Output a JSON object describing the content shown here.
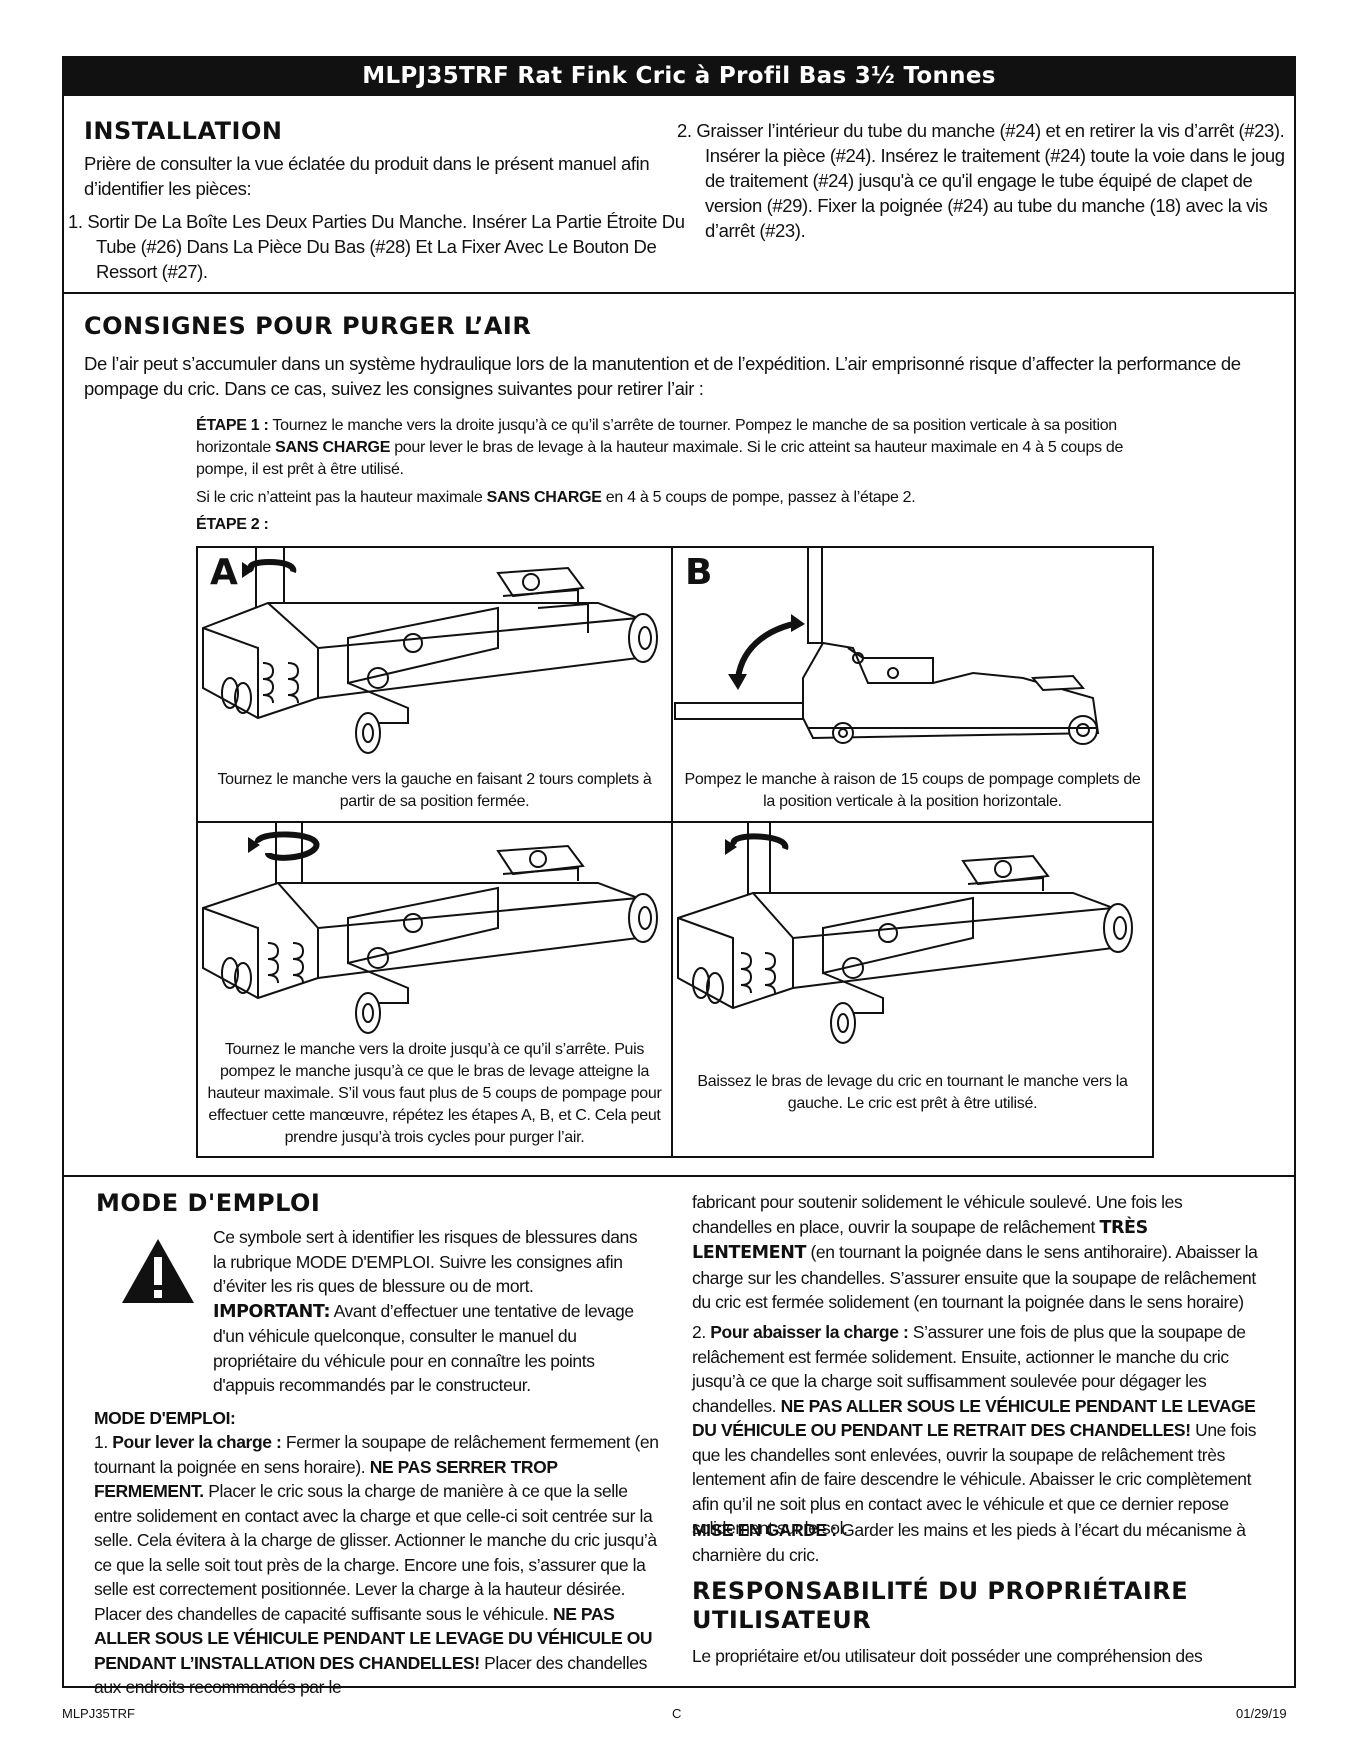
{
  "header": {
    "title": "MLPJ35TRF Rat Fink Cric à Profil Bas 3½ Tonnes"
  },
  "installation": {
    "heading": "INSTALLATION",
    "intro": "Prière de consulter la vue éclatée du produit dans le présent manuel afin d’identifier les pièces:",
    "step1": "1. Sortir De La Boîte Les Deux Parties Du Manche. Insérer La Partie Étroite Du Tube (#26) Dans La Pièce Du Bas (#28) Et La Fixer Avec Le Bouton De Ressort (#27).",
    "step2": "2. Graisser l’intérieur du tube du manche (#24) et en retirer la vis d’arrêt (#23). Insérer la pièce (#24). Insérez le traitement (#24) toute la voie dans le joug de traitement (#24) jusqu'à ce qu'il engage le tube équipé de clapet de version (#29). Fixer la poignée (#24) au tube du manche (18) avec la vis d’arrêt (#23)."
  },
  "purge": {
    "heading": "CONSIGNES POUR PURGER L’AIR",
    "intro": "De l’air peut s’accumuler dans un système hydraulique lors de la manutention et de l’expédition. L’air emprisonné risque d’affecter la performance de pompage du cric. Dans ce cas, suivez les consignes suivantes pour retirer l’air :",
    "step1_label": "ÉTAPE 1 :",
    "step1_a": " Tournez le manche vers la droite jusqu’à ce qu’il s’arrête de tourner. Pompez le manche de sa position verticale à sa position horizontale ",
    "step1_bold": "SANS CHARGE",
    "step1_b": " pour lever le bras de levage à la hauteur maximale. Si le cric atteint sa hauteur maximale en 4 à 5 coups de pompe, il est prêt à être utilisé.",
    "step1_note_a": "Si le cric n’atteint pas la hauteur maximale ",
    "step1_note_bold": "SANS CHARGE",
    "step1_note_b": " en 4 à 5 coups de pompe, passez à l’étape 2.",
    "step2_label": "ÉTAPE 2 :",
    "panels": [
      {
        "letter": "A",
        "caption": "Tournez le manche vers la gauche en faisant 2 tours complets à partir de sa position fermée."
      },
      {
        "letter": "B",
        "caption": "Pompez le manche à raison de 15 coups de pompage complets de la position verticale à la position horizontale."
      },
      {
        "letter": "",
        "caption": "Tournez le manche vers la droite jusqu’à ce qu’il s’arrête. Puis pompez le manche jusqu’à ce que le bras de levage atteigne la hauteur maximale. S’il vous faut plus de 5 coups de pompage pour effectuer cette manœuvre, répétez les étapes A, B, et C. Cela peut prendre jusqu’à trois cycles pour purger l’air."
      },
      {
        "letter": "",
        "caption": "Baissez le bras de levage du cric en tournant le manche vers la gauche. Le cric est prêt à être utilisé."
      }
    ]
  },
  "mode": {
    "heading": "MODE D'EMPLOI",
    "warning_text_a": "Ce symbole sert à identifier les risques de blessures dans la rubrique MODE D'EMPLOI. Suivre les consignes afin d’éviter les ris ques de blessure ou de mort. ",
    "warning_bold": "IMPORTANT:",
    "warning_text_b": " Avant d’effectuer une tentative de levage d'un véhicule quelconque, consulter le manuel du propriétaire du véhicule pour en connaître les points d'appuis recommandés par le constructeur.",
    "subheading": "MODE D'EMPLOI:",
    "p1_label": "Pour lever la charge :",
    "p1_a": " Fermer la soupape de relâchement fermement (en tournant la poignée en sens horaire). ",
    "p1_bold1": "NE PAS SERRER TROP FERMEMENT.",
    "p1_b": " Placer le cric sous la charge de manière à ce que la selle entre solidement en contact avec la charge et que celle-ci soit centrée sur la selle. Cela évitera à la charge de glisser. Actionner le manche du cric jusqu’à ce que la selle soit tout près de la charge. Encore une fois, s’assurer que la selle est correctement positionnée. Lever la charge à la hauteur désirée. Placer des chandelles de capacité suffisante sous le véhicule. ",
    "p1_bold2": "NE PAS ALLER SOUS LE VÉHICULE PENDANT LE LEVAGE DU VÉHICULE OU PENDANT L’INSTALLATION DES CHANDELLES!",
    "p1_c": " Placer des chandelles aux endroits recommandés par le",
    "p1_cont_a": "fabricant pour soutenir solidement le véhicule soulevé. Une fois les chandelles en place, ouvrir la soupape de relâchement ",
    "p1_cont_bold": "TRÈS LENTEMENT",
    "p1_cont_b": " (en tournant la poignée dans le sens antihoraire). Abaisser la charge sur les chandelles. S’assurer ensuite que la soupape de relâchement du cric est fermée solidement (en tournant la poignée dans le sens horaire)",
    "p2_label": "Pour abaisser la charge :",
    "p2_a": " S’assurer une fois de plus que la soupape de relâchement est fermée solidement. Ensuite, actionner le manche du cric jusqu’à ce que la charge soit suffisamment soulevée pour dégager les chandelles. ",
    "p2_bold": "NE PAS ALLER SOUS LE VÉHICULE PENDANT LE LEVAGE DU VÉHICULE OU PENDANT LE RETRAIT DES CHANDELLES!",
    "p2_b": " Une fois que les chandelles sont enlevées, ouvrir la soupape de relâchement très lentement afin de faire descendre le véhicule. Abaisser le cric complètement afin qu’il ne soit plus en contact avec le véhicule et que ce dernier repose solidement sur le sol.",
    "caution_label": "MISE EN GARDE :",
    "caution_text": " Garder les mains et les pieds à l’écart du mécanisme à charnière du cric."
  },
  "owner": {
    "heading": "RESPONSABILITÉ DU PROPRIÉTAIRE UTILISATEUR",
    "text": "Le propriétaire et/ou utilisateur doit posséder une compréhension des"
  },
  "footer": {
    "left": "MLPJ35TRF",
    "center": "C",
    "right": "01/29/19"
  }
}
